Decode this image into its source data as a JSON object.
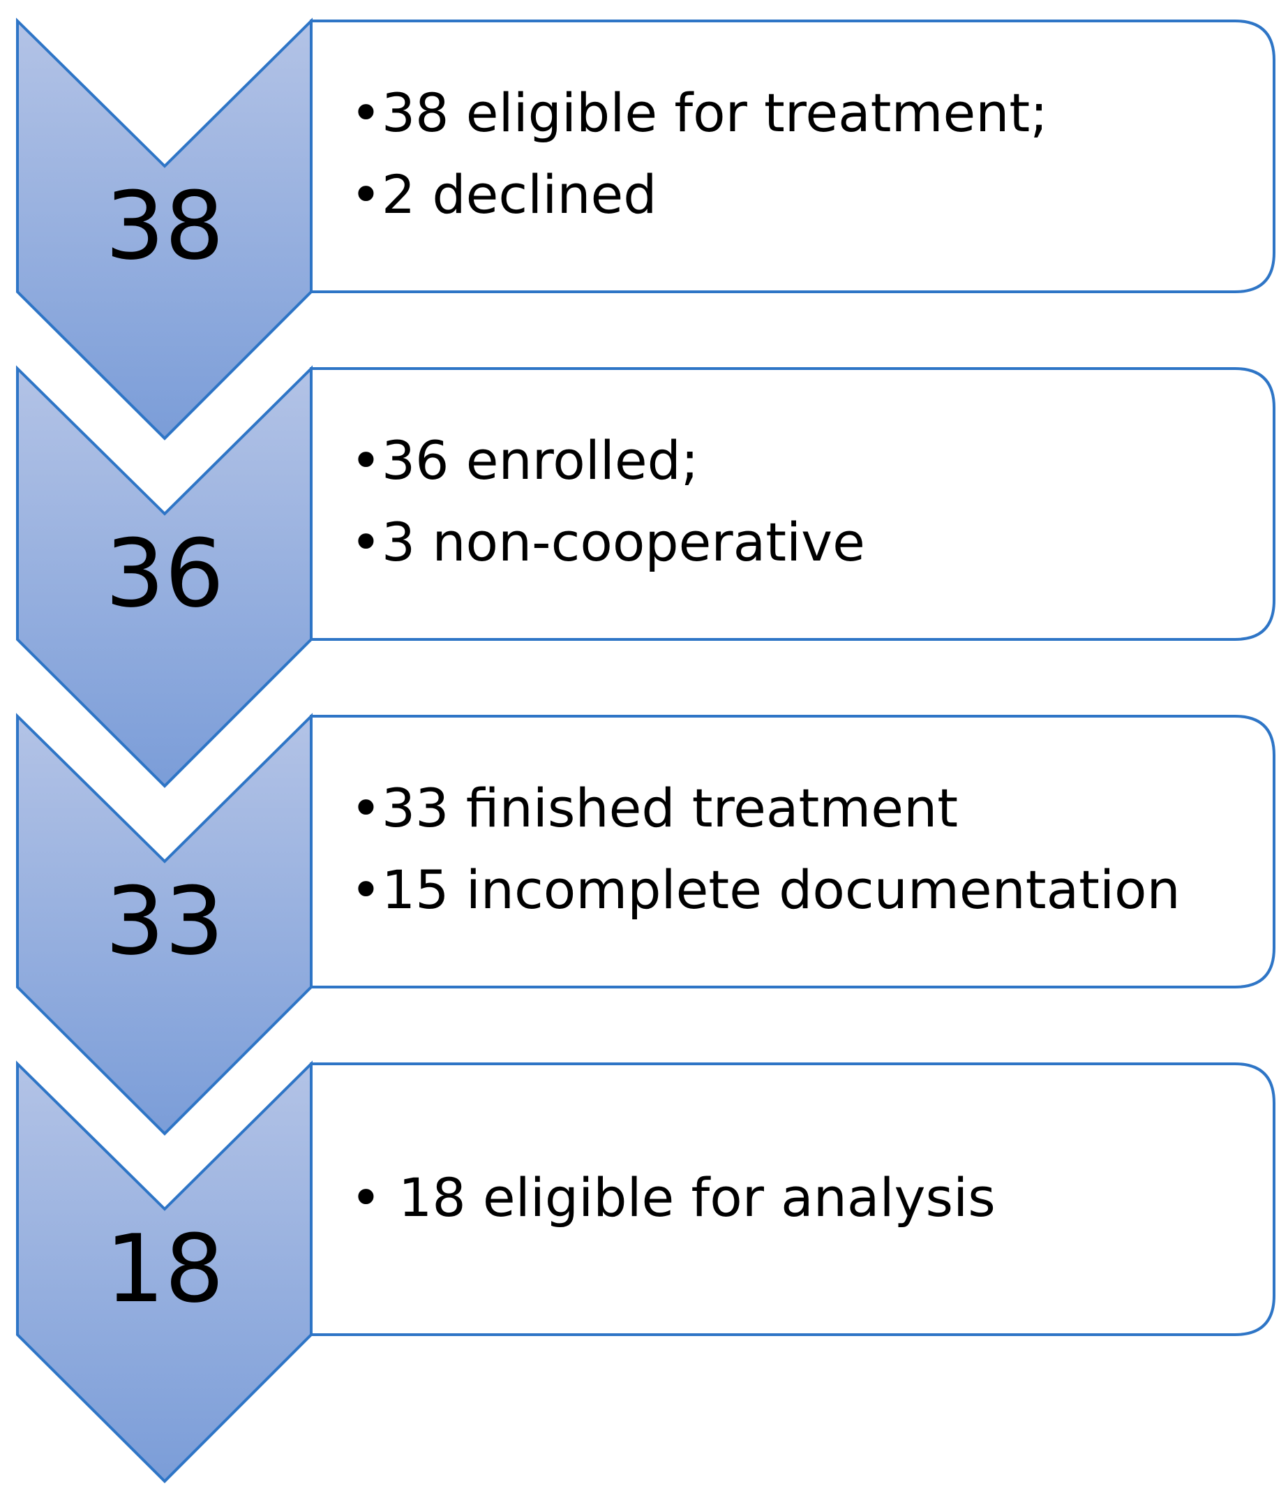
{
  "colors": {
    "chevron_top": "#b3c3e6",
    "chevron_bottom": "#7b9dd8",
    "outline": "#2e75c6",
    "box_fill": "#ffffff",
    "text": "#000000"
  },
  "steps": [
    {
      "count": "38",
      "lines": [
        "•38 eligible for treatment;",
        "•2 declined"
      ]
    },
    {
      "count": "36",
      "lines": [
        "•36 enrolled;",
        "•3 non-cooperative"
      ]
    },
    {
      "count": "33",
      "lines": [
        "•33 finished treatment",
        "•15 incomplete documentation"
      ]
    },
    {
      "count": "18",
      "lines": [
        "• 18 eligible for analysis"
      ]
    }
  ]
}
